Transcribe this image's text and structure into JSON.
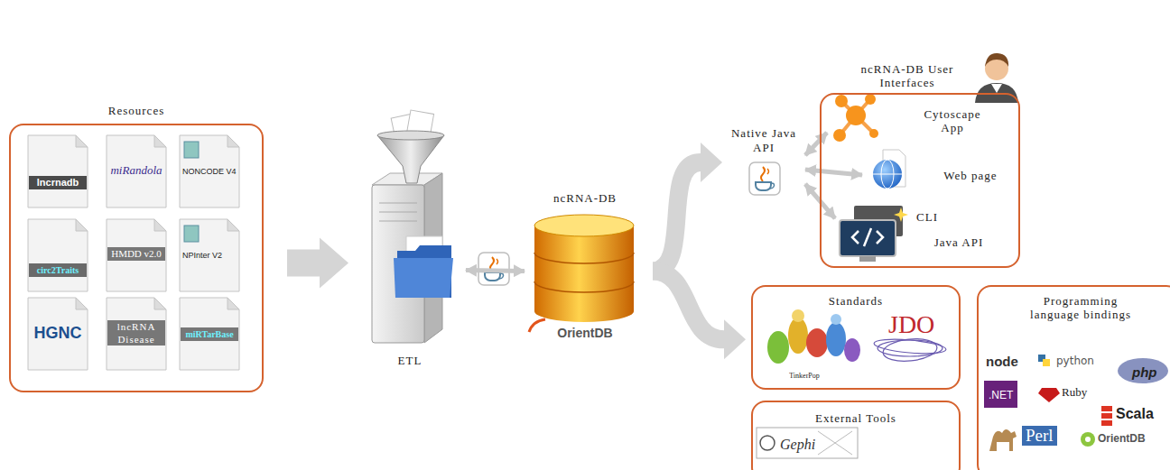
{
  "diagram": {
    "nodes": [
      {
        "text": [
          "Resources"
        ]
      },
      {
        "text": [
          "lncrnadb"
        ],
        "in": 0
      },
      {
        "text": [
          "miRandola"
        ],
        "in": 0
      },
      {
        "text": [
          "NONCODE V4"
        ],
        "in": 0
      },
      {
        "text": [
          "circ2Traits"
        ],
        "in": 0
      },
      {
        "text": [
          "HMDD v2.0"
        ],
        "in": 0
      },
      {
        "text": [
          "NPInter V2"
        ],
        "in": 0
      },
      {
        "text": [
          "HGNC"
        ],
        "in": 0
      },
      {
        "text": [
          "lncRNA Disease"
        ],
        "in": 0
      },
      {
        "text": [
          "miRTarBase"
        ],
        "in": 0
      },
      {
        "text": [
          "ETL"
        ]
      },
      {
        "text": [
          "ncRNA-DB",
          "OrientDB"
        ]
      },
      {
        "text": [
          "Native Java API"
        ]
      },
      {
        "text": [
          "ncRNA-DB User Interfaces"
        ]
      },
      {
        "text": [
          "Cytoscape App"
        ],
        "in": 13
      },
      {
        "text": [
          "Web page"
        ],
        "in": 13
      },
      {
        "text": [
          "CLI",
          "Java API"
        ],
        "in": 13
      },
      {
        "text": [
          "Standards"
        ]
      },
      {
        "text": [
          "External Tools"
        ]
      },
      {
        "text": [
          "Programming language bindings"
        ]
      }
    ],
    "edges": [
      {
        "from": 0,
        "to": 10,
        "arrow": "to"
      },
      {
        "from": 10,
        "to": 11,
        "arrow": "both"
      },
      {
        "from": 11,
        "to": 12,
        "arrow": "to"
      },
      {
        "from": 11,
        "to": 17,
        "arrow": "to"
      },
      {
        "from": 12,
        "to": 14,
        "arrow": "both"
      },
      {
        "from": 12,
        "to": 15,
        "arrow": "both"
      },
      {
        "from": 12,
        "to": 16,
        "arrow": "both"
      }
    ],
    "labels": [
      "TinkerPop",
      "JDO",
      "node",
      "python",
      "php",
      ".NET",
      "Ruby",
      "Scala",
      "Perl",
      "OrientDB",
      "Gephi"
    ]
  }
}
